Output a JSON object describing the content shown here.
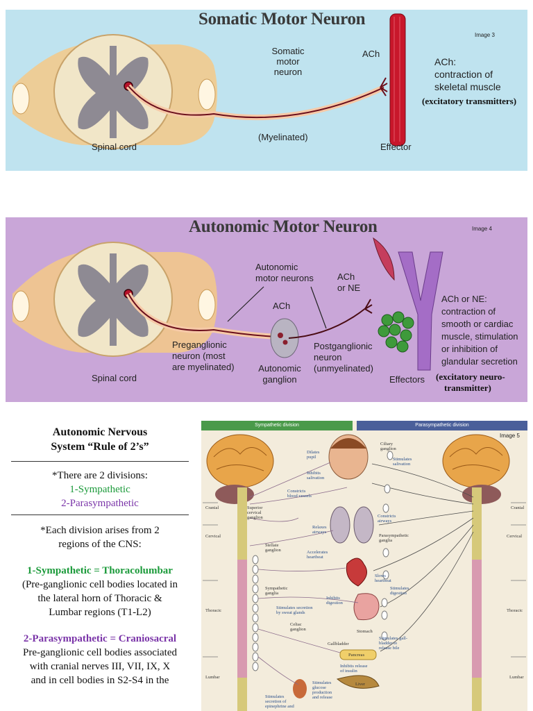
{
  "panel1": {
    "title": "Somatic Motor Neuron",
    "image_ref": "Image 3",
    "labels": {
      "neuron": "Somatic\nmotor\nneuron",
      "ach": "ACh",
      "ach_desc_1": "ACh:",
      "ach_desc_2": "contraction of",
      "ach_desc_3": "skeletal muscle",
      "ach_desc_4": "(excitatory transmitters)",
      "spinal_cord": "Spinal cord",
      "myelinated": "(Myelinated)",
      "effector": "Effector"
    }
  },
  "panel2": {
    "title": "Autonomic Motor Neuron",
    "image_ref": "Image 4",
    "labels": {
      "neurons_1": "Autonomic",
      "neurons_2": "motor neurons",
      "ach_ne_1": "ACh",
      "ach_ne_2": "or NE",
      "ach": "ACh",
      "pre_1": "Preganglionic",
      "pre_2": "neuron (most",
      "pre_3": "are myelinated)",
      "ganglion_1": "Autonomic",
      "ganglion_2": "ganglion",
      "post_1": "Postganglionic",
      "post_2": "neuron",
      "post_3": "(unmyelinated)",
      "spinal_cord": "Spinal cord",
      "effectors": "Effectors",
      "desc_1": "ACh or NE:",
      "desc_2": "contraction of",
      "desc_3": "smooth or cardiac",
      "desc_4": "muscle, stimulation",
      "desc_5": "or inhibition of",
      "desc_6": "glandular secretion",
      "desc_7": "(excitatory neuro-",
      "desc_8": "transmitter)"
    }
  },
  "column": {
    "heading_1": "Autonomic Nervous",
    "heading_2": "System “Rule of 2’s”",
    "divisions_intro": "*There are 2 divisions:",
    "division_1": "1-Sympathetic",
    "division_2": "2-Parasympathetic",
    "regions_1": "*Each division arises from 2",
    "regions_2": "regions of  the CNS:",
    "symp_title": "1-Sympathetic = Thoracolumbar",
    "symp_1": "(Pre-ganglionic cell bodies located  in",
    "symp_2": "the lateral horn of Thoracic &",
    "symp_3": "Lumbar regions (T1-L2)",
    "para_title": "2-Parasympathetic = Craniosacral",
    "para_1": "Pre-ganglionic cell bodies  associated",
    "para_2": "with cranial nerves III, VII, IX, X",
    "para_3": "and in cell bodies in S2-S4 in the"
  },
  "diagram": {
    "image_ref": "Image 5",
    "symp_header": "Sympathetic division",
    "para_header": "Parasympathetic division",
    "colors": {
      "symp": "#4a9a4a",
      "para": "#4a5f9a"
    },
    "left_regions": [
      "Cranial",
      "Cervical",
      "Thoracic",
      "Lumbar"
    ],
    "right_regions": [
      "Cranial",
      "Cervical",
      "Thoracic",
      "Lumbar"
    ],
    "symp_labels": {
      "dilates": "Dilates\npupil",
      "inhibits_saliv": "Inhibits\nsalivation",
      "constricts_bv": "Constricts\nblood vessels",
      "sup_cerv": "Superior\ncervical\nganglion",
      "relaxes": "Relaxes\nairways",
      "stellate": "Stellate\nganglion",
      "accelerates": "Accelerates\nheartbeat",
      "symp_ganglia": "Sympathetic\nganglia",
      "inhibits_dig": "Inhibits\ndigestion",
      "sweat": "Stimulates secretion\nby sweat glands",
      "celiac": "Celiac\nganglion",
      "glucose": "Stimulates\nglucose\nproduction\nand release",
      "epinephrine": "Stimulates\nsecretion of\nepinephrine and"
    },
    "para_labels": {
      "ciliary": "Ciliary\nganglion",
      "stim_saliv": "Stimulates\nsalivation",
      "constricts_air": "Constricts\nairways",
      "para_ganglia": "Parasympathetic\nganglia",
      "slows": "Slows\nheartbeat",
      "stim_dig": "Stimulates\ndigestion",
      "stomach": "Stomach",
      "gallbladder": "Gallbladder",
      "pancreas": "Pancreas",
      "bile": "Stimulates gall-\nbladder to\nrelease bile",
      "insulin": "Inhibits release\nof insulin",
      "liver": "Liver"
    }
  }
}
